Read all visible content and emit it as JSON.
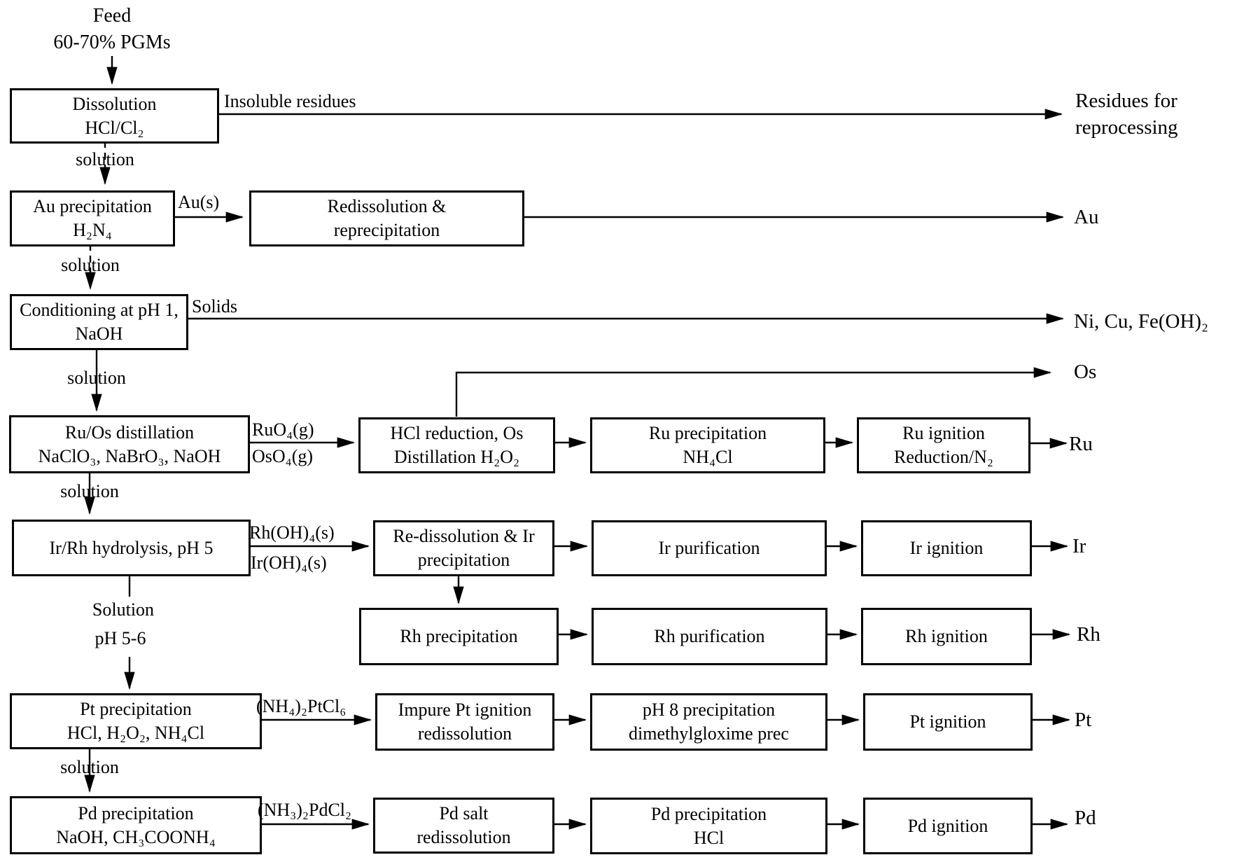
{
  "diagram": {
    "feed": {
      "name": "Feed",
      "grade": "60-70% PGMs"
    },
    "boxes": {
      "dissolution": {
        "l1": "Dissolution",
        "l2": "HCl/Cl₂"
      },
      "au_precip": {
        "l1": "Au precipitation",
        "l2": "H₂N₄"
      },
      "redissolution": {
        "l1": "Redissolution &",
        "l2": "reprecipitation"
      },
      "conditioning": {
        "l1": "Conditioning at pH 1,",
        "l2": "NaOH"
      },
      "ru_os_dist": {
        "l1": "Ru/Os distillation",
        "l2": "NaClO₃, NaBrO₃, NaOH"
      },
      "hcl_reduction": {
        "l1": "HCl reduction, Os",
        "l2": "Distillation H₂O₂"
      },
      "ru_precip": {
        "l1": "Ru precipitation",
        "l2": "NH₄Cl"
      },
      "ru_ignition": {
        "l1": "Ru ignition",
        "l2": "Reduction/N₂"
      },
      "ir_rh_hydrolysis": {
        "l1": "Ir/Rh hydrolysis, pH 5"
      },
      "re_dissolution": {
        "l1": "Re-dissolution & Ir",
        "l2": "precipitation"
      },
      "ir_purification": {
        "l1": "Ir purification"
      },
      "ir_ignition": {
        "l1": "Ir ignition"
      },
      "rh_precip": {
        "l1": "Rh precipitation"
      },
      "rh_purification": {
        "l1": "Rh purification"
      },
      "rh_ignition": {
        "l1": "Rh ignition"
      },
      "pt_precip": {
        "l1": "Pt precipitation",
        "l2": "HCl, H₂O₂, NH₄Cl"
      },
      "impure_pt": {
        "l1": "Impure Pt ignition",
        "l2": "redissolution"
      },
      "ph8_precip": {
        "l1": "pH 8 precipitation",
        "l2": "dimethylgloxime prec"
      },
      "pt_ignition": {
        "l1": "Pt ignition"
      },
      "pd_precip": {
        "l1": "Pd precipitation",
        "l2": "NaOH, CH₃COONH₄"
      },
      "pd_salt": {
        "l1": "Pd salt",
        "l2": "redissolution"
      },
      "pd_precip_hcl": {
        "l1": "Pd precipitation",
        "l2": "HCl"
      },
      "pd_ignition": {
        "l1": "Pd ignition"
      }
    },
    "streams": {
      "insoluble_residues": "Insoluble residues",
      "au_solid": "Au(s)",
      "solids": "Solids",
      "ruo4_gas": "RuO₄(g)",
      "oso4_gas": "OsO₄(g)",
      "rh_hydroxide": "Rh(OH)₄(s)",
      "ir_hydroxide": "Ir(OH)₄(s)",
      "ptcl6": "(NH₄)₂PtCl₆",
      "pdcl2": "(NH₃)₂PdCl₂",
      "solution": "solution",
      "solution_caps": "Solution",
      "solution_ph": "pH 5-6"
    },
    "outputs": {
      "residues_l1": "Residues for",
      "residues_l2": "reprocessing",
      "au": "Au",
      "ni_cu_fe": "Ni, Cu, Fe(OH)₂",
      "os": "Os",
      "ru": "Ru",
      "ir": "Ir",
      "rh": "Rh",
      "pt": "Pt",
      "pd": "Pd"
    },
    "colors": {
      "line": "#000000",
      "background": "#ffffff",
      "text": "#000000"
    }
  }
}
